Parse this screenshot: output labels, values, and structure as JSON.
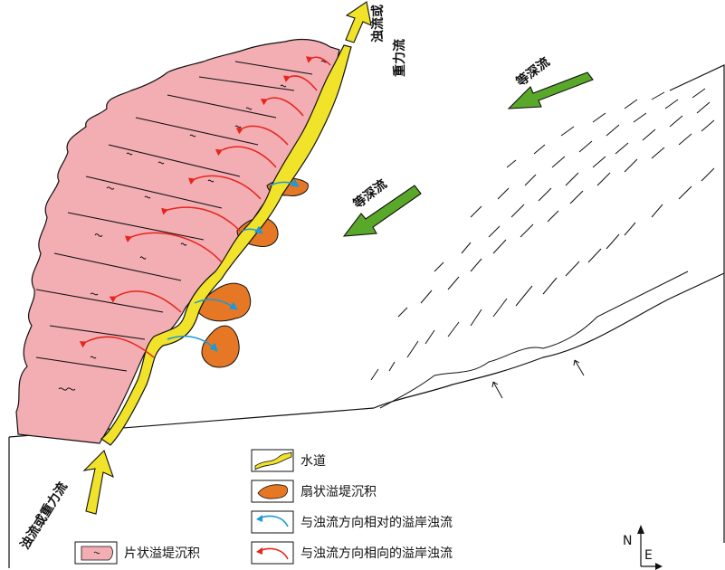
{
  "labels": {
    "turbidity_top_line1": "浊流或",
    "turbidity_top_line2": "重力流",
    "turbidity_bottom": "浊流或重力流",
    "contour_upper": "等深流",
    "contour_middle": "等深流"
  },
  "legend": {
    "channel": "水道",
    "fan_levee": "扇状溢堤沉积",
    "opposite_flow": "与浊流方向相对的溢岸浊流",
    "same_flow": "与浊流方向相向的溢岸浊流",
    "sheet_levee": "片状溢堤沉积"
  },
  "compass": {
    "north": "N",
    "east": "E"
  },
  "colors": {
    "sheet_levee": "#f2aeb3",
    "channel": "#f1e22a",
    "fan_levee": "#e67825",
    "opposite_flow": "#1a9ad9",
    "same_flow": "#e8241c",
    "contour_arrow": "#5aa82a",
    "turbidity_arrow": "#f1e22a"
  }
}
